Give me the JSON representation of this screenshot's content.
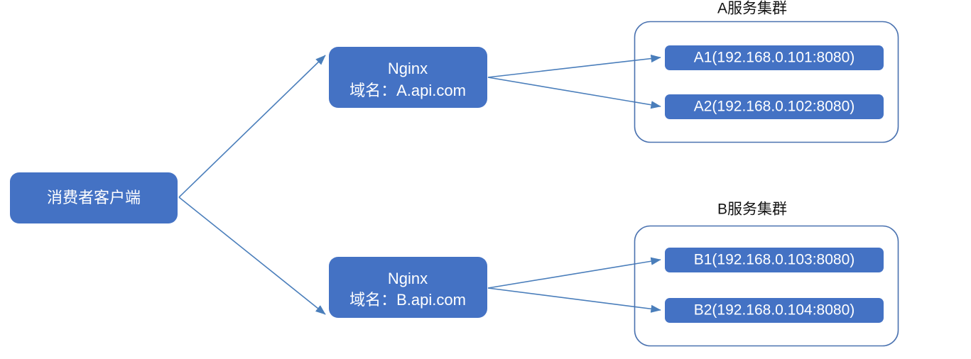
{
  "diagram": {
    "title_hidden": "",
    "colors": {
      "node_fill": "#4472c4",
      "node_text": "#ffffff",
      "container_stroke": "#4a72b0",
      "edge_stroke": "#4a7ebb",
      "group_title_text": "#141414",
      "background": "#ffffff"
    },
    "client": {
      "label": "消费者客户端"
    },
    "gateways": [
      {
        "id": "nginx-a",
        "line1": "Nginx",
        "line2": "域名：A.api.com"
      },
      {
        "id": "nginx-b",
        "line1": "Nginx",
        "line2": "域名：B.api.com"
      }
    ],
    "clusters": [
      {
        "id": "cluster-a",
        "title": "A服务集群",
        "nodes": [
          {
            "id": "node-a1",
            "label": "A1(192.168.0.101:8080)"
          },
          {
            "id": "node-a2",
            "label": "A2(192.168.0.102:8080)"
          }
        ]
      },
      {
        "id": "cluster-b",
        "title": "B服务集群",
        "nodes": [
          {
            "id": "node-b1",
            "label": "B1(192.168.0.103:8080)"
          },
          {
            "id": "node-b2",
            "label": "B2(192.168.0.104:8080)"
          }
        ]
      }
    ],
    "edges": [
      {
        "id": "edge-client-to-nginx-a",
        "from": "client",
        "to": "nginx-a"
      },
      {
        "id": "edge-client-to-nginx-b",
        "from": "client",
        "to": "nginx-b"
      },
      {
        "id": "edge-nginx-a-to-a1",
        "from": "nginx-a",
        "to": "node-a1"
      },
      {
        "id": "edge-nginx-a-to-a2",
        "from": "nginx-a",
        "to": "node-a2"
      },
      {
        "id": "edge-nginx-b-to-b1",
        "from": "nginx-b",
        "to": "node-b1"
      },
      {
        "id": "edge-nginx-b-to-b2",
        "from": "nginx-b",
        "to": "node-b2"
      }
    ]
  }
}
